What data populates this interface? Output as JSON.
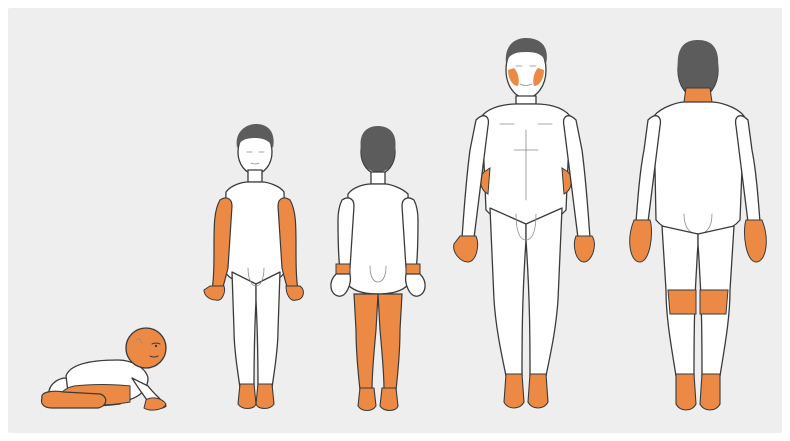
{
  "colors": {
    "affected": "#ec8a45",
    "hair": "#5c5c5c",
    "outline": "#3a3a3a",
    "skin": "#ffffff",
    "background": "#eeeeee"
  },
  "figures": [
    {
      "id": "infant",
      "view": "side",
      "affected_areas": [
        "face-cheeks",
        "trunk-lower",
        "legs-extensor"
      ]
    },
    {
      "id": "child",
      "view": "front",
      "affected_areas": [
        "arms",
        "feet"
      ]
    },
    {
      "id": "child",
      "view": "back",
      "affected_areas": [
        "wrists",
        "legs",
        "feet"
      ]
    },
    {
      "id": "adult",
      "view": "front",
      "affected_areas": [
        "face-cheeks",
        "flanks",
        "hands",
        "feet"
      ]
    },
    {
      "id": "adult",
      "view": "back",
      "affected_areas": [
        "neck",
        "wrists-hands",
        "knees-popliteal",
        "ankles-feet"
      ]
    }
  ]
}
